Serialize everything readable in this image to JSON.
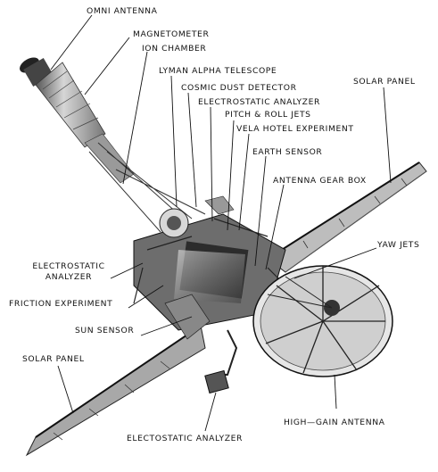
{
  "labels": {
    "omni_antenna": "OMNI ANTENNA",
    "magnetometer": "MAGNETOMETER",
    "ion_chamber": "ION CHAMBER",
    "lyman_alpha": "LYMAN ALPHA TELESCOPE",
    "cosmic_dust": "COSMIC DUST DETECTOR",
    "electrostatic_analyzer_top": "ELECTROSTATIC ANALYZER",
    "pitch_roll_jets": "PITCH & ROLL JETS",
    "vela_hotel": "VELA HOTEL EXPERIMENT",
    "earth_sensor": "EARTH SENSOR",
    "antenna_gear_box": "ANTENNA GEAR BOX",
    "solar_panel_right": "SOLAR PANEL",
    "yaw_jets": "YAW JETS",
    "electrostatic_analyzer_left_1": "ELECTROSTATIC",
    "electrostatic_analyzer_left_2": "ANALYZER",
    "friction_experiment": "FRICTION EXPERIMENT",
    "sun_sensor": "SUN SENSOR",
    "solar_panel_left": "SOLAR PANEL",
    "high_gain_antenna": "HIGH—GAIN ANTENNA",
    "electrostatic_analyzer_bottom": "ELECTOSTATIC ANALYZER"
  }
}
